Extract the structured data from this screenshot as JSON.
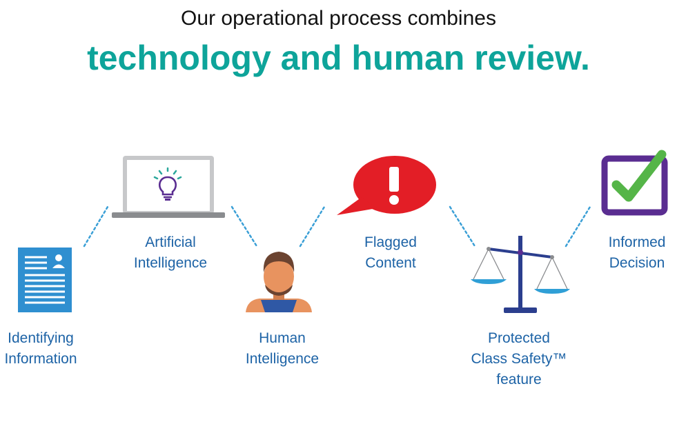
{
  "header": {
    "line1": "Our operational process combines",
    "line2": "technology and human review."
  },
  "colors": {
    "accent": "#0ea49a",
    "label": "#1d63a6",
    "dotted": "#3a9fd6",
    "document": "#2f8fd0",
    "alert": "#e31e26",
    "check_frame": "#5a2d91",
    "check_mark": "#55b548",
    "bulb": "#5a2d91",
    "rays": "#2aa79b",
    "scale_dark": "#2b3e8e",
    "scale_pan": "#2f9fd6",
    "skin": "#e8935f",
    "hair": "#6b4330",
    "shirt": "#2f58a5"
  },
  "steps": [
    {
      "id": "identifying-information",
      "icon": "document-icon",
      "lines": [
        "Identifying",
        "Information"
      ]
    },
    {
      "id": "artificial-intelligence",
      "icon": "laptop-lightbulb-icon",
      "lines": [
        "Artificial",
        "Intelligence"
      ]
    },
    {
      "id": "human-intelligence",
      "icon": "person-icon",
      "lines": [
        "Human",
        "Intelligence"
      ]
    },
    {
      "id": "flagged-content",
      "icon": "alert-bubble-icon",
      "lines": [
        "Flagged",
        "Content"
      ]
    },
    {
      "id": "protected-class-safety",
      "icon": "scales-icon",
      "lines": [
        "Protected",
        "Class Safety™",
        "feature"
      ]
    },
    {
      "id": "informed-decision",
      "icon": "checkmark-icon",
      "lines": [
        "Informed",
        "Decision"
      ]
    }
  ]
}
